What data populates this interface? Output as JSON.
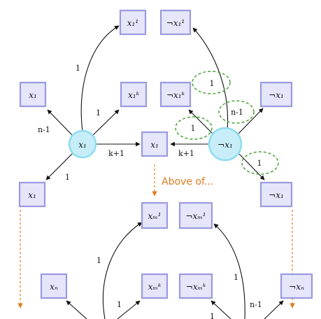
{
  "nodes": {
    "x1_top": "x₁¹",
    "notx1_top": "¬x₁¹",
    "x1_left": "x₁",
    "x1k": "x₁ᵏ",
    "notx1k": "¬x₁ᵏ",
    "notx1_right": "¬x₁",
    "x1_circle": "x₁",
    "x1_mid": "x₁",
    "notx1_circle": "¬x₁",
    "x1_lowleft": "x₁",
    "notx1_lowright": "¬x₁",
    "xm_top": "xₘ¹",
    "notxm_top": "¬xₘ¹",
    "xn": "xₙ",
    "xmk": "xₘᵏ",
    "notxmk": "¬xₘᵏ",
    "notxn": "¬xₙ"
  },
  "edge_labels": {
    "top_left_1": "1",
    "up_right_1": "1",
    "n_minus_1_left": "n-1",
    "k_plus_1_left": "k+1",
    "down_left_1": "1",
    "k_plus_1_right": "k+1",
    "ellipse_top_1": "1",
    "ellipse_n_minus_1": "n-1",
    "ellipse_left_1": "1",
    "ellipse_bottom_1": "1",
    "lower_left_1": "1",
    "lower_left_1b": "1",
    "lower_right_1": "1",
    "lower_right_1b": "1",
    "lower_n_minus_1": "n-1"
  },
  "annotation": "Above of...",
  "colors": {
    "box_fill": "#e6e6fb",
    "box_stroke": "#9a9ae0",
    "circle_fill": "#c7eef8",
    "circle_stroke": "#8fdcf0",
    "dashed_arrow": "#e07b1f",
    "ellipse": "#4aa336"
  }
}
